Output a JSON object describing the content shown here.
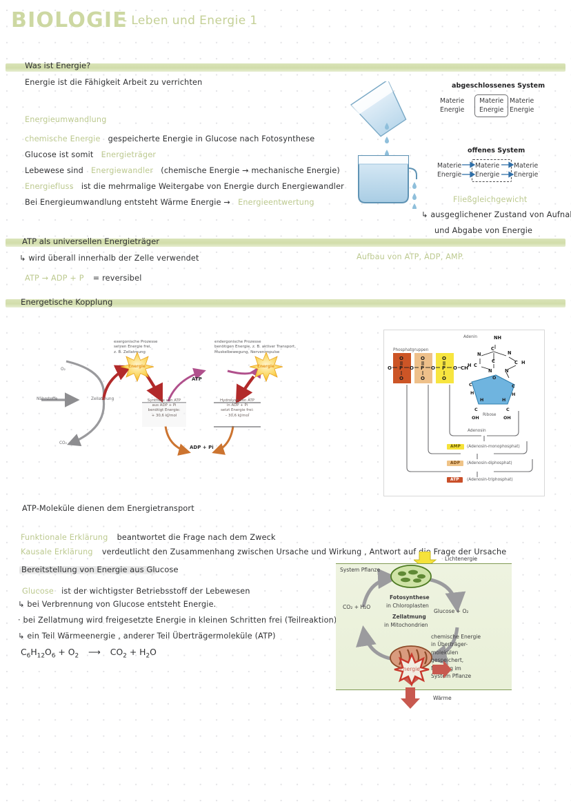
{
  "page": {
    "title": "BIOLOGIE",
    "subtitle": "- Leben und Energie 1",
    "accent_green": "#cdd8a2",
    "highlight_green": "#d8e2b4",
    "highlight_grey": "#ececec",
    "ink": "#2e2f31"
  },
  "sections": [
    {
      "id": "was-ist-energie",
      "heading": "Was ist Energie?",
      "lines": [
        {
          "text": "Energie ist die Fähigkeit Arbeit zu verrichten"
        }
      ]
    },
    {
      "id": "energieumwandlung",
      "heading": "Energieumwandlung",
      "lines": [
        {
          "green": "chemische Energie",
          "text": "gespeicherte Energie in Glucose nach Fotosynthese"
        },
        {
          "text": "Glucose ist somit",
          "green_tail": "Energieträger"
        },
        {
          "text": "Lebewese sind",
          "green_mid": "Energiewandler",
          "tail": "(chemische Energie → mechanische Energie)"
        },
        {
          "green_head": "Energiefluss",
          "text": "ist die mehrmalige Weitergabe von Energie durch Energiewandler"
        },
        {
          "text": "Bei Energieumwandlung entsteht Wärme Energie →",
          "green_tail": "Energieentwertung"
        }
      ]
    },
    {
      "id": "atp-traeger",
      "heading": "ATP als universellen Energieträger",
      "lines": [
        {
          "text": "↳ wird überall innerhalb der Zelle verwendet"
        },
        {
          "green_head": "ATP → ADP + P",
          "text": "= reversibel"
        }
      ]
    },
    {
      "id": "energetische-kopplung",
      "heading": "Energetische Kopplung"
    },
    {
      "id": "atp-transport",
      "lines": [
        {
          "text": "ATP-Moleküle dienen dem Energietransport"
        },
        {
          "green_head": "Funktionale Erklärung",
          "text": "beantwortet die Frage nach dem Zweck"
        },
        {
          "green_head": "Kausale Erklärung",
          "text": "verdeutlicht den Zusammenhang zwischen Ursache und Wirkung , Antwort auf die Frage der Ursache"
        }
      ]
    },
    {
      "id": "bereitstellung",
      "heading": "Bereitstellung von Energie aus Glucose",
      "lines": [
        {
          "green_head": "Glucose",
          "text": "ist der wichtigster Betriebsstoff der Lebewesen"
        },
        {
          "text": "↳ bei Verbrennung von Glucose entsteht Energie."
        },
        {
          "text": "· bei Zellatmung wird freigesetzte Energie in kleinen Schritten frei (Teilreaktion)"
        },
        {
          "text": "↳ ein Teil Wärmeenergie , anderer Teil Überträgermoleküle (ATP)"
        }
      ],
      "equation": {
        "left": "C6H12O6 + O2",
        "arrow": "⟶",
        "right": "CO2 + H2O"
      }
    }
  ],
  "diagrams": {
    "systems": {
      "closed": {
        "title": "abgeschlossenes System",
        "left": [
          "Materie",
          "Energie"
        ],
        "center": [
          "Materie",
          "Energie"
        ],
        "right": [
          "Materie",
          "Energie"
        ]
      },
      "open": {
        "title": "offenes System",
        "left": [
          "Materie",
          "Energie"
        ],
        "center": [
          "Materie",
          "Energie"
        ],
        "right": [
          "Materie",
          "Energie"
        ]
      },
      "note_green": "Fließgleichgewicht",
      "note_lines": [
        "↳ ausgeglichener Zustand von Aufnahme",
        "und Abgabe von Energie"
      ]
    },
    "coupling": {
      "inputs": {
        "o2": "O₂",
        "nutrients": "Nährstoffe",
        "process": "Zellatmung",
        "co2": "CO₂"
      },
      "exergonic_caption": [
        "exergonische Prozesse",
        "setzen Energie frei,",
        "z. B. Zellatmung"
      ],
      "endergonic_caption": [
        "endergonische Prozesse",
        "benötigen Energie, z. B. aktiver Transport,",
        "Muskelbewegung, Nervenimpulse"
      ],
      "energy_star": "Energie",
      "synthesis_box": [
        "Synthese von ATP",
        "aus ADP + Pi",
        "benötigt Energie:",
        "+ 30,6 kJ/mol"
      ],
      "hydrolysis_box": [
        "Hydrolyse von ATP",
        "in ADP + Pi",
        "setzt Energie frei:",
        "– 30,6 kJ/mol"
      ],
      "atp_label": "ATP",
      "adp_label": "ADP + Pi"
    },
    "atp_molecule": {
      "heading_note": "Aufbau von ATP, ADP, AMP.",
      "phosphate_label": "Phosphatgruppen",
      "adenin_label": "Adenin",
      "ribose_label": "Ribose",
      "adenosin_label": "Adenosin",
      "nh2": "NH₂",
      "och2": "O—CH₂",
      "oh": "OH",
      "badges": [
        {
          "name": "AMP",
          "full": "(Adenosin-monophosphat)",
          "color": "#f5e23a"
        },
        {
          "name": "ADP",
          "full": "(Adenosin-diphosphat)",
          "color": "#efc387"
        },
        {
          "name": "ATP",
          "full": "(Adenosin-triphosphat)",
          "color": "#c9502a"
        }
      ]
    },
    "plant_system": {
      "light": "Lichtenergie",
      "system_label": "System Pflanze",
      "photosynthesis": "Fotosynthese",
      "photosynthesis_where": "in Chloroplasten",
      "respiration": "Zellatmung",
      "respiration_where": "in Mitochondrien",
      "left_educts": "CO₂ + H₂O",
      "right_products": "Glucose + O₂",
      "energy_star": "Energie",
      "heat": "Wärme",
      "side_note": [
        "chemische Energie",
        "in Überträger-",
        "molekülen",
        "gespeichert,",
        "Nutzung im",
        "System Pflanze"
      ]
    }
  }
}
